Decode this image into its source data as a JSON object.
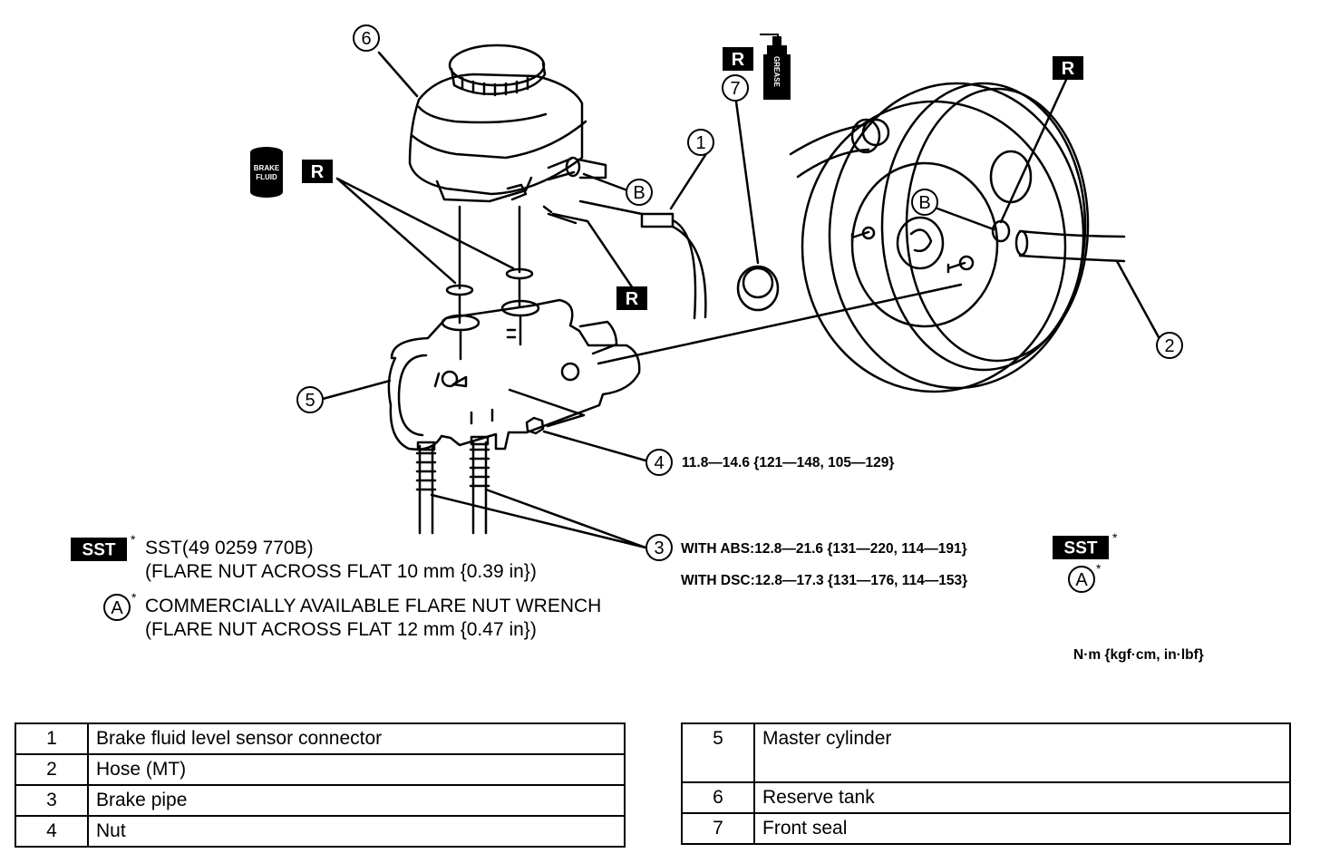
{
  "callouts": {
    "c1": "1",
    "c2": "2",
    "c3": "3",
    "c4": "4",
    "c5": "5",
    "c6": "6",
    "c7": "7",
    "a": "A",
    "b": "B",
    "asterisk": "*"
  },
  "badges": {
    "replace": "R",
    "sst": "SST",
    "brake_fluid_line1": "BRAKE",
    "brake_fluid_line2": "FLUID",
    "grease": "GREASE"
  },
  "torque": {
    "nut": "11.8—14.6 {121—148, 105—129}",
    "abs": "WITH ABS:12.8—21.6 {131—220, 114—191}",
    "dsc": "WITH DSC:12.8—17.3 {131—176, 114—153}",
    "units": "N·m {kgf·cm, in·lbf}"
  },
  "notes": {
    "sst_line1": "SST(49 0259 770B)",
    "sst_line2": "(FLARE NUT ACROSS FLAT 10 mm {0.39 in})",
    "a_line1": "COMMERCIALLY AVAILABLE FLARE NUT WRENCH",
    "a_line2": "(FLARE NUT ACROSS FLAT 12 mm {0.47 in})"
  },
  "parts_left": [
    {
      "num": "1",
      "name": "Brake fluid level sensor connector"
    },
    {
      "num": "2",
      "name": "Hose (MT)"
    },
    {
      "num": "3",
      "name": "Brake pipe"
    },
    {
      "num": "4",
      "name": "Nut"
    }
  ],
  "parts_right": [
    {
      "num": "5",
      "name": "Master cylinder"
    },
    {
      "num": "6",
      "name": "Reserve tank"
    },
    {
      "num": "7",
      "name": "Front seal"
    }
  ]
}
